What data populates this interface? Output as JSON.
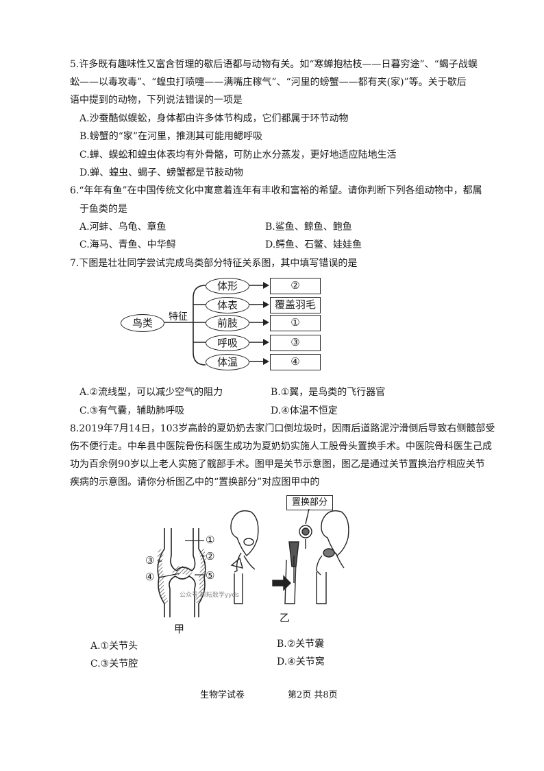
{
  "q5": {
    "lines": [
      "5.许多既有趣味性又富含哲理的歇后语都与动物有关。如“寒蝉抱枯枝——日暮穷途”、“蝎子战蜈",
      "蚣——以毒攻毒”、“蝗虫打喷嚏——满嘴庄稼气”、“河里的螃蟹——都有夹(家)”等。关于歇后",
      "语中提到的动物，下列说法错误的一项是"
    ],
    "options": [
      "A.沙蚕酷似蜈蚣，身体都由许多体节构成，它们都属于环节动物",
      "B.螃蟹的“家”在河里，推测其可能用鳃呼吸",
      "C.蝉、蜈蚣和蝗虫体表均有外骨骼，可防止水分蒸发，更好地适应陆地生活",
      "D.蝉、蝗虫、蝎子、螃蟹都是节肢动物"
    ]
  },
  "q6": {
    "lines": [
      "6.“年年有鱼”在中国传统文化中寓意着连年有丰收和富裕的希望。请你判断下列各组动物中，都属",
      "于鱼类的是"
    ],
    "options": [
      "A.河蚌、乌龟、章鱼",
      "B.鲨鱼、鲸鱼、鲍鱼",
      "C.海马、青鱼、中华鲟",
      "D.鳄鱼、石鳖、娃娃鱼"
    ]
  },
  "q7": {
    "line": "7.下图是壮壮同学尝试完成鸟类部分特征关系图，其中填写错误的是",
    "diagram": {
      "root": "鸟类",
      "connector": "特征",
      "items": [
        {
          "name": "体形",
          "value": "②"
        },
        {
          "name": "体表",
          "value": "覆盖羽毛"
        },
        {
          "name": "前肢",
          "value": "①"
        },
        {
          "name": "呼吸",
          "value": "③"
        },
        {
          "name": "体温",
          "value": "④"
        }
      ]
    },
    "options": [
      "A.②流线型，可以减少空气的阻力",
      "B.①翼，是鸟类的飞行器官",
      "C.③有气囊，辅助肺呼吸",
      "D.④体温不恒定"
    ]
  },
  "q8": {
    "lines": [
      "8.2019年7月14日，103岁高龄的夏奶奶去家门口倒垃圾时，因雨后道路泥泞滑倒后导致右侧髋部受",
      "伤不便行走。中牟县中医院骨伤科医生成功为夏奶奶实施人工股骨头置换手术。中医院骨科医生己成",
      "功为百余例90岁以上老人实施了髋部手术。图甲是关节示意图，图乙是通过关节置换治疗相应关节",
      "疾病的示意图。请你分析图乙中的“置换部分”对应图甲中的"
    ],
    "fig": {
      "labels": [
        "①",
        "②",
        "③",
        "④",
        "⑤"
      ],
      "jia": "甲",
      "yi": "乙",
      "replace": "置换部分",
      "watermark": "公众号 耕耘数学yyds"
    },
    "options": [
      "A.①关节头",
      "B.②关节囊",
      "C.③关节腔",
      "D.④关节窝"
    ]
  },
  "footer": {
    "subject": "生物学试卷",
    "page": "第2页 共8页"
  }
}
